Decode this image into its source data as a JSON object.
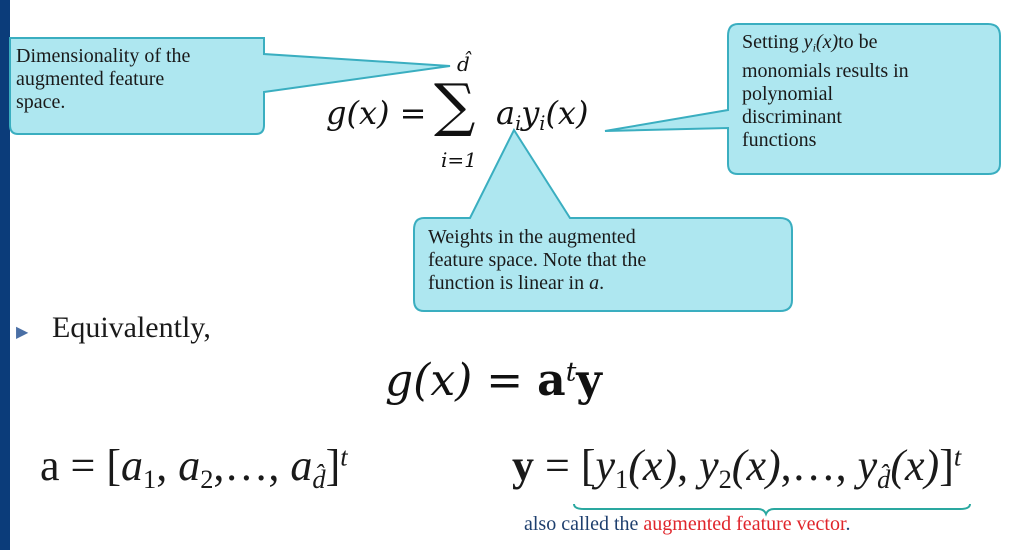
{
  "callouts": {
    "left": [
      "Dimensionality of the",
      "augmented feature",
      "space."
    ],
    "right_prefix": "Setting ",
    "right_var": "y",
    "right_var_sub": "i",
    "right_var_arg": "(x)",
    "right_rest_first": "to be",
    "right_lines": [
      "monomials results in",
      "polynomial",
      "discriminant",
      "functions"
    ],
    "bottom_lines": [
      "Weights in the augmented",
      "feature space.  Note that the"
    ],
    "bottom_last_prefix": "function is linear in ",
    "bottom_last_var": "a",
    "bottom_last_suffix": "."
  },
  "formula_sum": {
    "lhs": "g(x) =",
    "upper_limit": "d̂",
    "sum_symbol": "∑",
    "lower_limit": "i=1",
    "term": "a",
    "term_sub": "i",
    "term_y": "y",
    "term_y_sub": "i",
    "term_arg": "(x)"
  },
  "bullet": {
    "symbol": "▶",
    "text": "Equivalently,"
  },
  "formula_equiv": {
    "lhs": "g(x) =",
    "a": "a",
    "t": "t",
    "y": "y"
  },
  "formula_a": {
    "lhs": "a",
    "eq": "=",
    "open": "[",
    "var": "a",
    "subs": [
      "1",
      "2",
      "d̂"
    ],
    "sep": ",",
    "dots": "…",
    "close": "]",
    "t": "t"
  },
  "formula_y": {
    "lhs": "y",
    "eq": "=",
    "open": "[",
    "var": "y",
    "arg": "(x)",
    "subs": [
      "1",
      "2",
      "d̂"
    ],
    "sep": ",",
    "dots": "…",
    "close": "]",
    "t": "t"
  },
  "note": {
    "prefix": "also called the ",
    "highlight": "augmented feature vector",
    "suffix": "."
  },
  "colors": {
    "callout_fill": "#aee7f0",
    "callout_stroke": "#3aaec0",
    "left_bar": "#0b3c7a",
    "brace": "#2aa8a0",
    "note_text": "#1e3f6e",
    "note_highlight": "#e0252b"
  }
}
